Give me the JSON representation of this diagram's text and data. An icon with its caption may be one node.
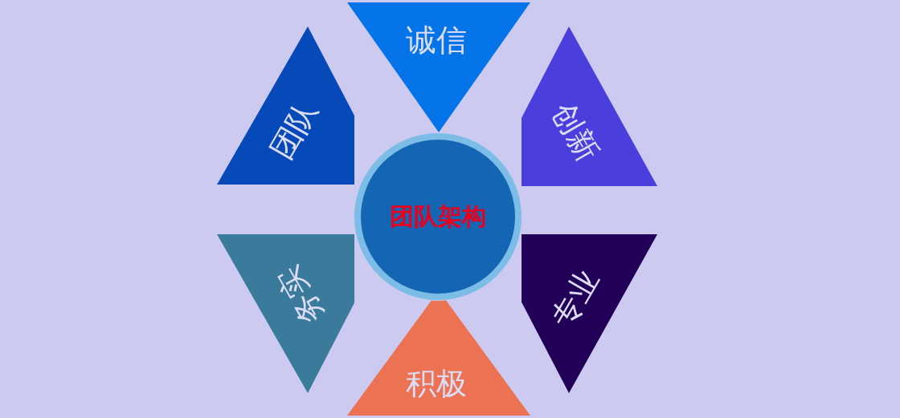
{
  "diagram": {
    "nodes": [
      {
        "text": [
          "团队架构"
        ]
      },
      {
        "text": [
          "诚信"
        ]
      },
      {
        "text": [
          "团队"
        ]
      },
      {
        "text": [
          "创新"
        ]
      },
      {
        "text": [
          "务实"
        ]
      },
      {
        "text": [
          "专业"
        ]
      },
      {
        "text": [
          "积极"
        ]
      }
    ],
    "edges": []
  }
}
